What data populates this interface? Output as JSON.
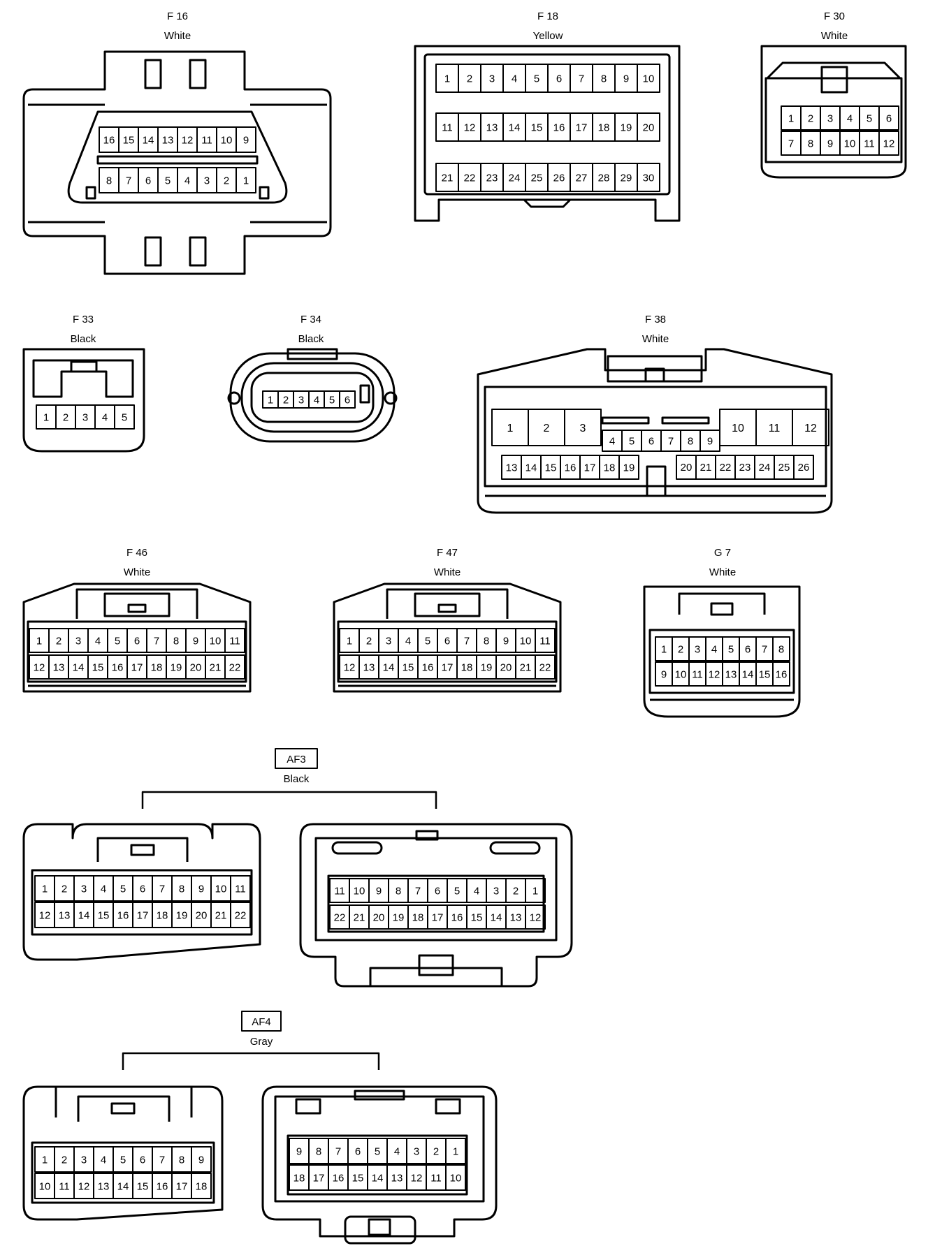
{
  "connectors": [
    {
      "id": "f16",
      "code": "F 16",
      "color": "White",
      "rows": [
        [
          "16",
          "15",
          "14",
          "13",
          "12",
          "11",
          "10",
          "9"
        ],
        [
          "8",
          "7",
          "6",
          "5",
          "4",
          "3",
          "2",
          "1"
        ]
      ]
    },
    {
      "id": "f18",
      "code": "F 18",
      "color": "Yellow",
      "rows": [
        [
          "1",
          "2",
          "3",
          "4",
          "5",
          "6",
          "7",
          "8",
          "9",
          "10"
        ],
        [
          "11",
          "12",
          "13",
          "14",
          "15",
          "16",
          "17",
          "18",
          "19",
          "20"
        ],
        [
          "21",
          "22",
          "23",
          "24",
          "25",
          "26",
          "27",
          "28",
          "29",
          "30"
        ]
      ]
    },
    {
      "id": "f30",
      "code": "F 30",
      "color": "White",
      "rows": [
        [
          "1",
          "2",
          "3",
          "4",
          "5",
          "6"
        ],
        [
          "7",
          "8",
          "9",
          "10",
          "11",
          "12"
        ]
      ]
    },
    {
      "id": "f33",
      "code": "F 33",
      "color": "Black",
      "rows": [
        [
          "1",
          "2",
          "3",
          "4",
          "5"
        ]
      ]
    },
    {
      "id": "f34",
      "code": "F 34",
      "color": "Black",
      "rows": [
        [
          "1",
          "2",
          "3",
          "4",
          "5",
          "6"
        ]
      ]
    },
    {
      "id": "f38",
      "code": "F 38",
      "color": "White",
      "rows": [
        [
          "1",
          "2",
          "3",
          "10",
          "11",
          "12"
        ],
        [
          "4",
          "5",
          "6",
          "7",
          "8",
          "9"
        ],
        [
          "13",
          "14",
          "15",
          "16",
          "17",
          "18",
          "19",
          "20",
          "21",
          "22",
          "23",
          "24",
          "25",
          "26"
        ]
      ]
    },
    {
      "id": "f46",
      "code": "F 46",
      "color": "White",
      "rows": [
        [
          "1",
          "2",
          "3",
          "4",
          "5",
          "6",
          "7",
          "8",
          "9",
          "10",
          "11"
        ],
        [
          "12",
          "13",
          "14",
          "15",
          "16",
          "17",
          "18",
          "19",
          "20",
          "21",
          "22"
        ]
      ]
    },
    {
      "id": "f47",
      "code": "F 47",
      "color": "White",
      "rows": [
        [
          "1",
          "2",
          "3",
          "4",
          "5",
          "6",
          "7",
          "8",
          "9",
          "10",
          "11"
        ],
        [
          "12",
          "13",
          "14",
          "15",
          "16",
          "17",
          "18",
          "19",
          "20",
          "21",
          "22"
        ]
      ]
    },
    {
      "id": "g7",
      "code": "G 7",
      "color": "White",
      "rows": [
        [
          "1",
          "2",
          "3",
          "4",
          "5",
          "6",
          "7",
          "8"
        ],
        [
          "9",
          "10",
          "11",
          "12",
          "13",
          "14",
          "15",
          "16"
        ]
      ]
    },
    {
      "id": "af3",
      "code": "AF3",
      "color": "Black",
      "left_rows": [
        [
          "1",
          "2",
          "3",
          "4",
          "5",
          "6",
          "7",
          "8",
          "9",
          "10",
          "11"
        ],
        [
          "12",
          "13",
          "14",
          "15",
          "16",
          "17",
          "18",
          "19",
          "20",
          "21",
          "22"
        ]
      ],
      "right_rows": [
        [
          "11",
          "10",
          "9",
          "8",
          "7",
          "6",
          "5",
          "4",
          "3",
          "2",
          "1"
        ],
        [
          "22",
          "21",
          "20",
          "19",
          "18",
          "17",
          "16",
          "15",
          "14",
          "13",
          "12"
        ]
      ]
    },
    {
      "id": "af4",
      "code": "AF4",
      "color": "Gray",
      "left_rows": [
        [
          "1",
          "2",
          "3",
          "4",
          "5",
          "6",
          "7",
          "8",
          "9"
        ],
        [
          "10",
          "11",
          "12",
          "13",
          "14",
          "15",
          "16",
          "17",
          "18"
        ]
      ],
      "right_rows": [
        [
          "9",
          "8",
          "7",
          "6",
          "5",
          "4",
          "3",
          "2",
          "1"
        ],
        [
          "18",
          "17",
          "16",
          "15",
          "14",
          "13",
          "12",
          "11",
          "10"
        ]
      ]
    }
  ]
}
